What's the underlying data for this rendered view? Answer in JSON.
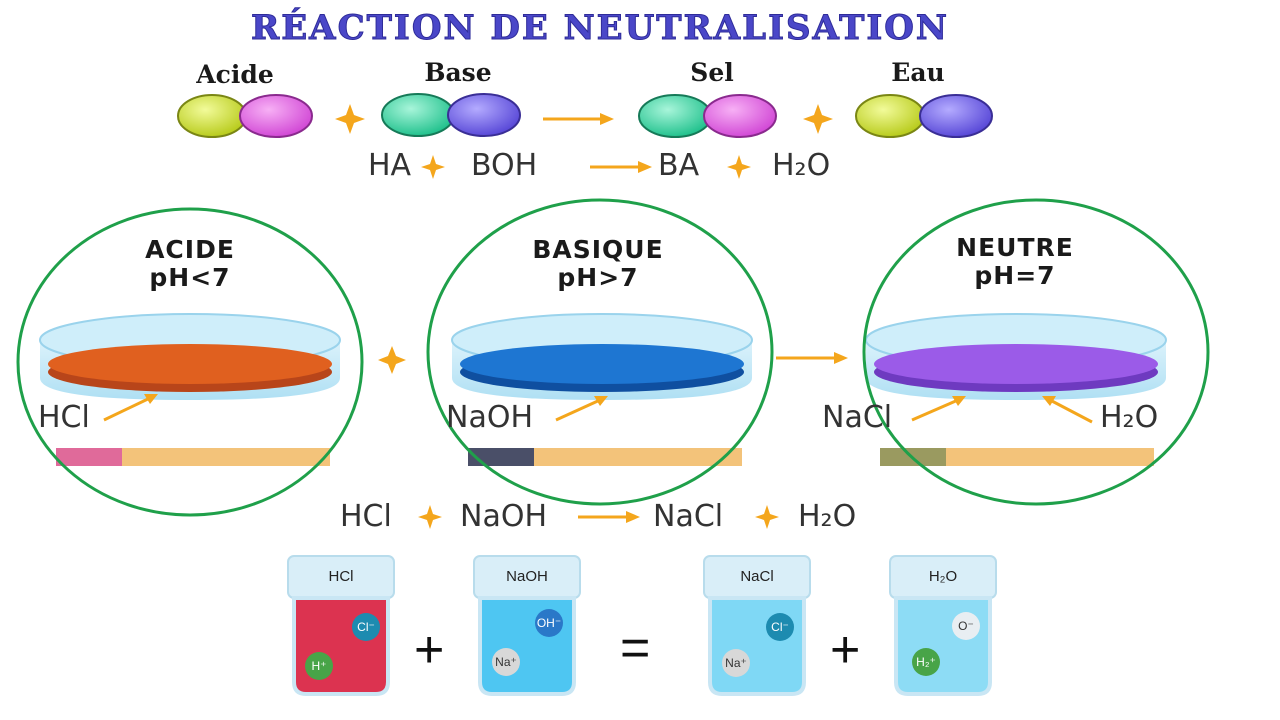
{
  "title": "RÉACTION DE NEUTRALISATION",
  "molecules": [
    {
      "label": "Acide",
      "colors": [
        "#c8e03a",
        "#e468e8"
      ]
    },
    {
      "label": "Base",
      "colors": [
        "#3fd9a8",
        "#6f62e8"
      ]
    },
    {
      "label": "Sel",
      "colors": [
        "#3fd9a8",
        "#e468e8"
      ]
    },
    {
      "label": "Eau",
      "colors": [
        "#c8e03a",
        "#6f62e8"
      ]
    }
  ],
  "general_equation": {
    "reactant1": "HA",
    "reactant2": "BOH",
    "product1": "BA",
    "product2": "H₂O"
  },
  "dishes": [
    {
      "title": "ACIDE",
      "ph": "pH<7",
      "liquid": "#e0601f",
      "strip": "#e06a9a",
      "labels": [
        "HCl"
      ]
    },
    {
      "title": "BASIQUE",
      "ph": "pH>7",
      "liquid": "#1e76d2",
      "strip": "#4a4f68",
      "labels": [
        "NaOH"
      ]
    },
    {
      "title": "NEUTRE",
      "ph": "pH=7",
      "liquid": "#9b5be8",
      "strip": "#9a9a60",
      "labels": [
        "NaCl",
        "H₂O"
      ]
    }
  ],
  "specific_equation": {
    "reactant1": "HCl",
    "reactant2": "NaOH",
    "product1": "NaCl",
    "product2": "H₂O"
  },
  "tubes": [
    {
      "label": "HCl",
      "fill": "#dc3350",
      "ions": [
        {
          "text": "Cl⁻",
          "color": "#1d8bb0"
        },
        {
          "text": "H⁺",
          "color": "#48a448"
        }
      ]
    },
    {
      "label": "NaOH",
      "fill": "#4ec6f2",
      "ions": [
        {
          "text": "OH⁻",
          "color": "#2a78c8"
        },
        {
          "text": "Na⁺",
          "color": "#d8d8d8"
        }
      ]
    },
    {
      "label": "NaCl",
      "fill": "#7fd8f5",
      "ions": [
        {
          "text": "Cl⁻",
          "color": "#1d8bb0"
        },
        {
          "text": "Na⁺",
          "color": "#d8d8d8"
        }
      ]
    },
    {
      "label": "H₂O",
      "fill": "#8ddcf5",
      "ions": [
        {
          "text": "O⁻",
          "color": "#e8eef2"
        },
        {
          "text": "H₂⁺",
          "color": "#48a448"
        }
      ]
    }
  ],
  "operators": {
    "plus": "+",
    "equals": "="
  },
  "accent": {
    "circle": "#1fa04a",
    "arrow": "#f4a61c"
  }
}
